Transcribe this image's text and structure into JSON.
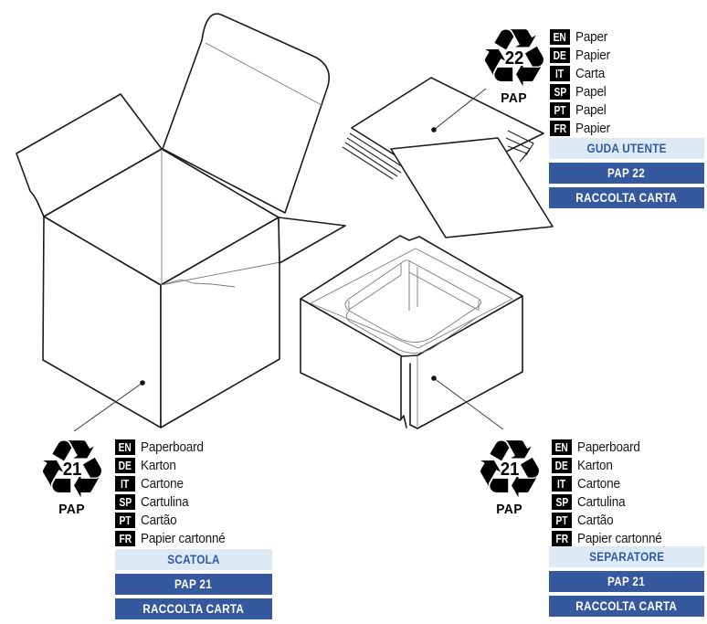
{
  "colors": {
    "line": "#1b1b1b",
    "banner_dark_bg": "#35589f",
    "banner_dark_text": "#ffffff",
    "banner_light_bg": "#dde9f4",
    "banner_light_text": "#2f5ba5",
    "tag_bg": "#000000",
    "tag_text": "#ffffff"
  },
  "groups": [
    {
      "id": "user-guide",
      "symbol": {
        "icon": "♻",
        "number": "22",
        "material": "PAP"
      },
      "languages": [
        {
          "code": "EN",
          "label": "Paper"
        },
        {
          "code": "DE",
          "label": "Papier"
        },
        {
          "code": "IT",
          "label": "Carta"
        },
        {
          "code": "SP",
          "label": "Papel"
        },
        {
          "code": "PT",
          "label": "Papel"
        },
        {
          "code": "FR",
          "label": "Papier"
        }
      ],
      "banners": [
        {
          "label": "GUDA UTENTE",
          "variant": "light"
        },
        {
          "label": "PAP 22",
          "variant": "dark"
        },
        {
          "label": "RACCOLTA CARTA",
          "variant": "dark"
        }
      ]
    },
    {
      "id": "box",
      "symbol": {
        "icon": "♻",
        "number": "21",
        "material": "PAP"
      },
      "languages": [
        {
          "code": "EN",
          "label": "Paperboard"
        },
        {
          "code": "DE",
          "label": "Karton"
        },
        {
          "code": "IT",
          "label": "Cartone"
        },
        {
          "code": "SP",
          "label": "Cartulina"
        },
        {
          "code": "PT",
          "label": "Cartão"
        },
        {
          "code": "FR",
          "label": "Papier cartonné"
        }
      ],
      "banners": [
        {
          "label": "SCATOLA",
          "variant": "light"
        },
        {
          "label": "PAP 21",
          "variant": "dark"
        },
        {
          "label": "RACCOLTA CARTA",
          "variant": "dark"
        }
      ]
    },
    {
      "id": "separator",
      "symbol": {
        "icon": "♻",
        "number": "21",
        "material": "PAP"
      },
      "languages": [
        {
          "code": "EN",
          "label": "Paperboard"
        },
        {
          "code": "DE",
          "label": "Karton"
        },
        {
          "code": "IT",
          "label": "Cartone"
        },
        {
          "code": "SP",
          "label": "Cartulina"
        },
        {
          "code": "PT",
          "label": "Cartão"
        },
        {
          "code": "FR",
          "label": "Papier cartonné"
        }
      ],
      "banners": [
        {
          "label": "SEPARATORE",
          "variant": "light"
        },
        {
          "label": "PAP 21",
          "variant": "dark"
        },
        {
          "label": "RACCOLTA CARTA",
          "variant": "dark"
        }
      ]
    }
  ]
}
